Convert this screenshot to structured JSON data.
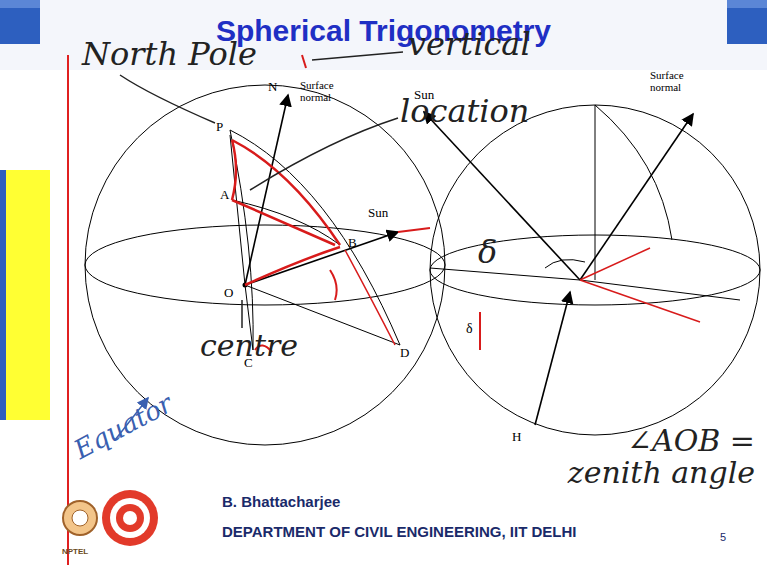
{
  "diagram": {
    "title": "Spherical Trigonometry",
    "labels": [
      "North Pole",
      "vertical",
      "P",
      "N",
      "Surface normal",
      "location",
      "A",
      "Sun",
      "B",
      "δ",
      "O",
      "C",
      "D",
      "Equator",
      "centre",
      "Surface normal",
      "Sun",
      "δ",
      "H",
      "∠AOB = zenith angle",
      "NPTEL",
      "B. Bhattacharjee",
      "DEPARTMENT OF CIVIL ENGINEERING, IIT DELHI",
      "5"
    ]
  }
}
